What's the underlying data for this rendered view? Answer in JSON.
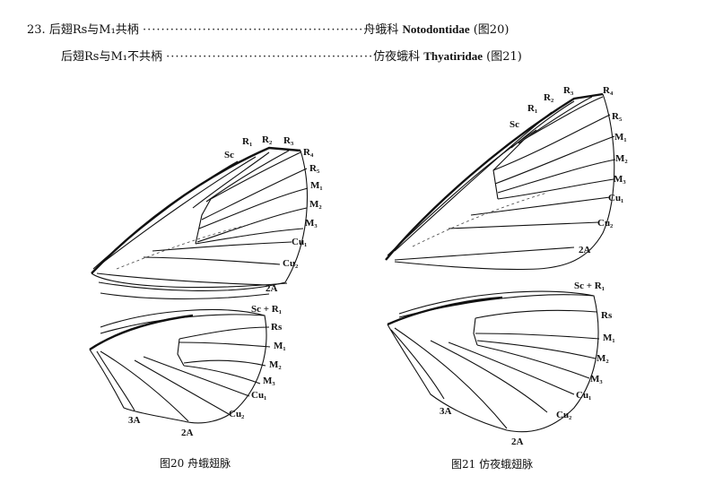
{
  "key": {
    "number": "23.",
    "line1": {
      "text": "后翅Rs与M₁共柄",
      "dots": "················································",
      "result_cn": "舟蛾科",
      "result_latin": "Notodontidae",
      "ref": "(图20)"
    },
    "line2": {
      "text": "后翅Rs与M₁不共柄",
      "dots": "·············································",
      "result_cn": "仿夜蛾科",
      "result_latin": "Thyatiridae",
      "ref": "(图21)"
    }
  },
  "figure20": {
    "caption": "图20  舟蛾翅脉",
    "forewing_labels": [
      "Sc",
      "R₁",
      "R₂",
      "R₃",
      "R₄",
      "R₅",
      "M₁",
      "M₂",
      "M₃",
      "Cu₁",
      "Cu₂",
      "2A"
    ],
    "hindwing_labels": [
      "Sc + R₁",
      "Rs",
      "M₁",
      "M₂",
      "M₃",
      "Cu₁",
      "Cu₂",
      "2A",
      "3A"
    ]
  },
  "figure21": {
    "caption": "图21  仿夜蛾翅脉",
    "forewing_labels": [
      "Sc",
      "R₁",
      "R₂",
      "R₃",
      "R₄",
      "R₅",
      "M₁",
      "M₂",
      "M₃",
      "Cu₁",
      "Cu₂",
      "2A"
    ],
    "hindwing_labels": [
      "Sc + R₁",
      "Rs",
      "M₁",
      "M₂",
      "M₃",
      "Cu₁",
      "Cu₂",
      "2A",
      "3A"
    ]
  }
}
